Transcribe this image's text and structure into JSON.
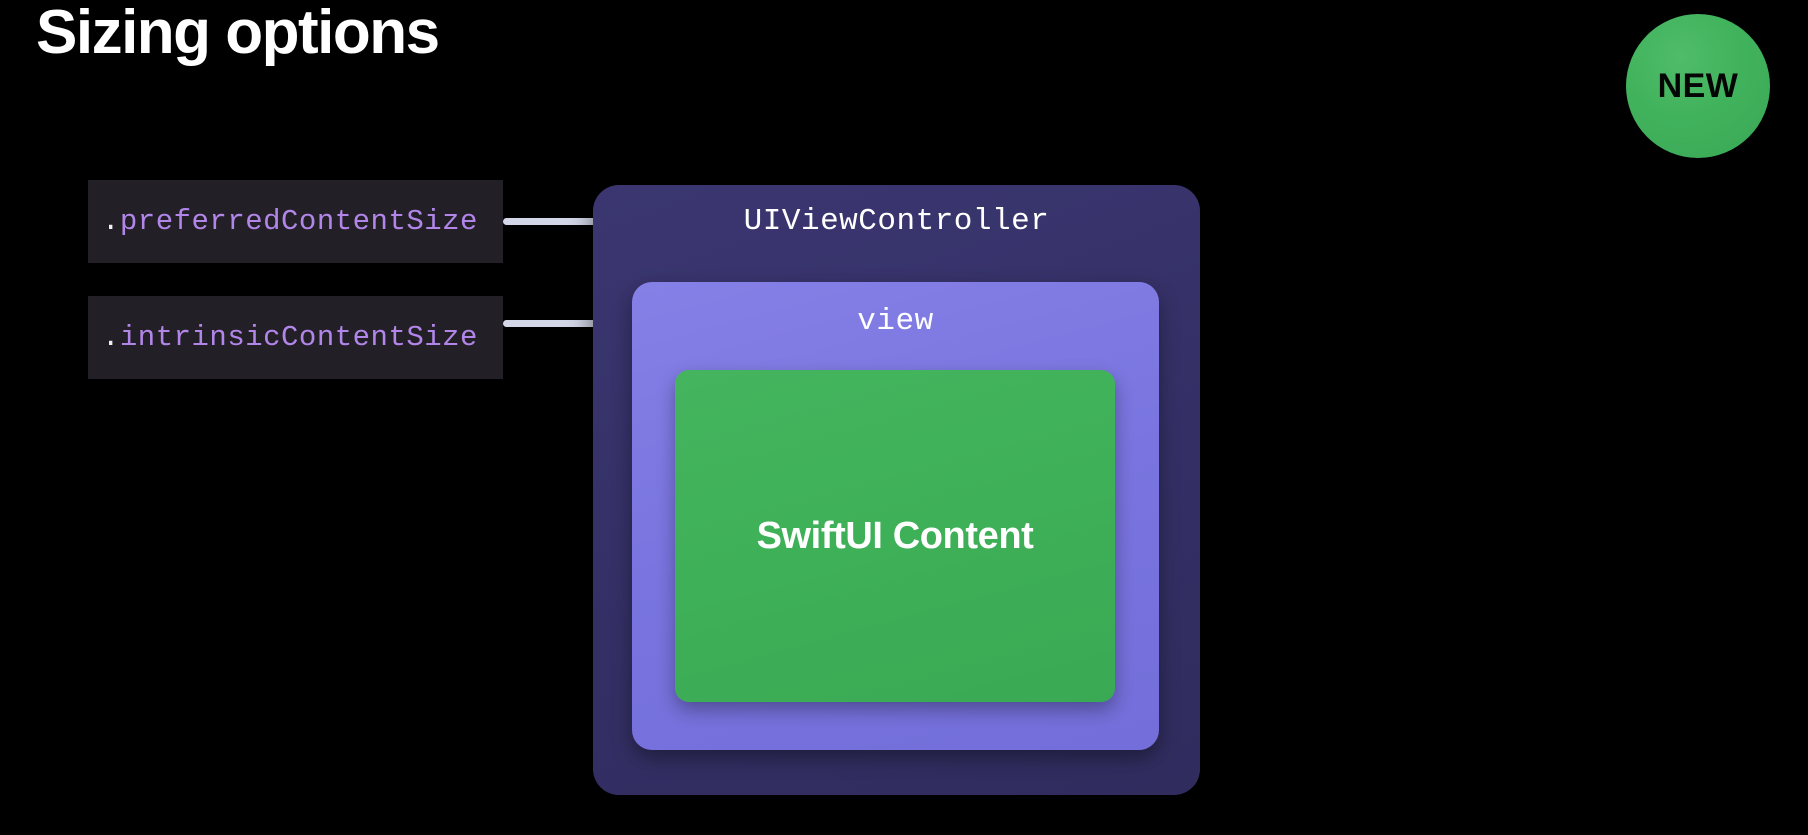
{
  "slide": {
    "background_color": "#000000",
    "title": "Sizing options"
  },
  "badge": {
    "label": "NEW",
    "shape": "circle",
    "fill_color": "#41b25c",
    "text_color": "#050505"
  },
  "annotations": [
    {
      "id": "preferred-content-size",
      "dot": ".",
      "identifier": "preferredContentSize",
      "full_text": ".preferredContentSize",
      "chip_background": "#221f27",
      "identifier_color": "#b186e8",
      "dot_color": "#f2f2f4",
      "connector_color": "#d3d7e8",
      "points_to": "UIViewController"
    },
    {
      "id": "intrinsic-content-size",
      "dot": ".",
      "identifier": "intrinsicContentSize",
      "full_text": ".intrinsicContentSize",
      "chip_background": "#221f27",
      "identifier_color": "#b186e8",
      "dot_color": "#f2f2f4",
      "connector_color": "#d3d7e8",
      "points_to": "view"
    }
  ],
  "diagram": {
    "outer": {
      "label": "UIViewController",
      "fill_color": "#343066",
      "text_color": "#ffffff"
    },
    "middle": {
      "label": "view",
      "fill_color": "#7974df",
      "text_color": "#ffffff"
    },
    "inner": {
      "label": "SwiftUI Content",
      "fill_color": "#3eb057",
      "text_color": "#ffffff"
    }
  }
}
